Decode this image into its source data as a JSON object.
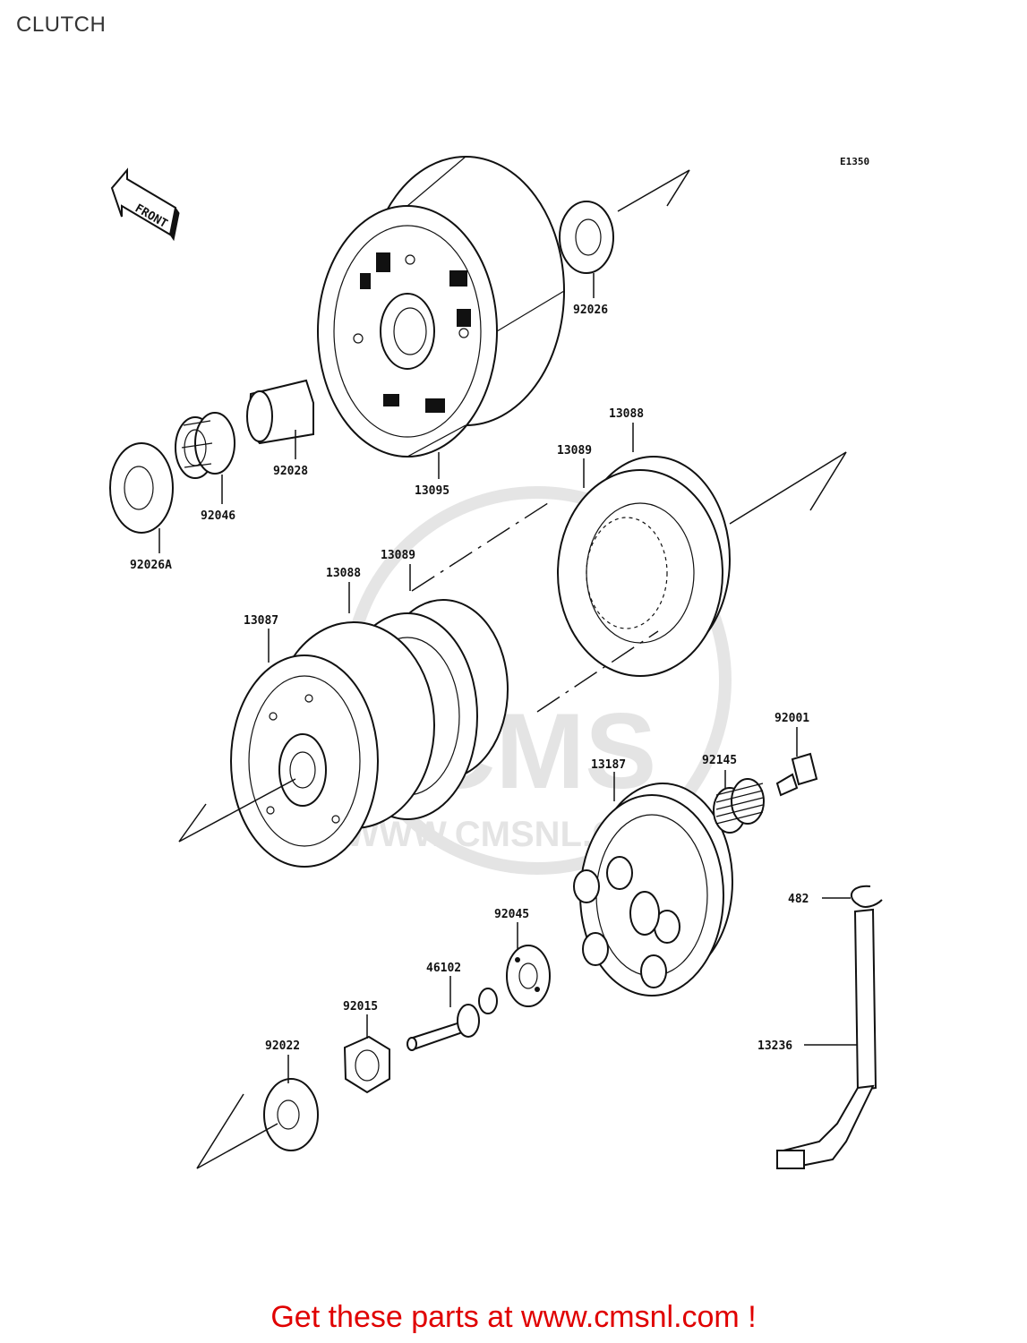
{
  "page": {
    "title": "CLUTCH"
  },
  "diagram": {
    "code": "E1350",
    "front_label": "FRONT",
    "watermark": {
      "brand": "CMS",
      "url": "WWW.CMSNL.COM"
    },
    "parts": [
      {
        "number": "92026"
      },
      {
        "number": "13095"
      },
      {
        "number": "92028"
      },
      {
        "number": "92046"
      },
      {
        "number": "92026A"
      },
      {
        "number": "13088"
      },
      {
        "number": "13089"
      },
      {
        "number": "13089"
      },
      {
        "number": "13088"
      },
      {
        "number": "13087"
      },
      {
        "number": "92001"
      },
      {
        "number": "92145"
      },
      {
        "number": "13187"
      },
      {
        "number": "482"
      },
      {
        "number": "92045"
      },
      {
        "number": "46102"
      },
      {
        "number": "92015"
      },
      {
        "number": "92022"
      },
      {
        "number": "13236"
      }
    ]
  },
  "footer": {
    "text": "Get these parts at www.cmsnl.com !"
  },
  "colors": {
    "footer_text": "#e00000",
    "line_art": "#111111"
  }
}
